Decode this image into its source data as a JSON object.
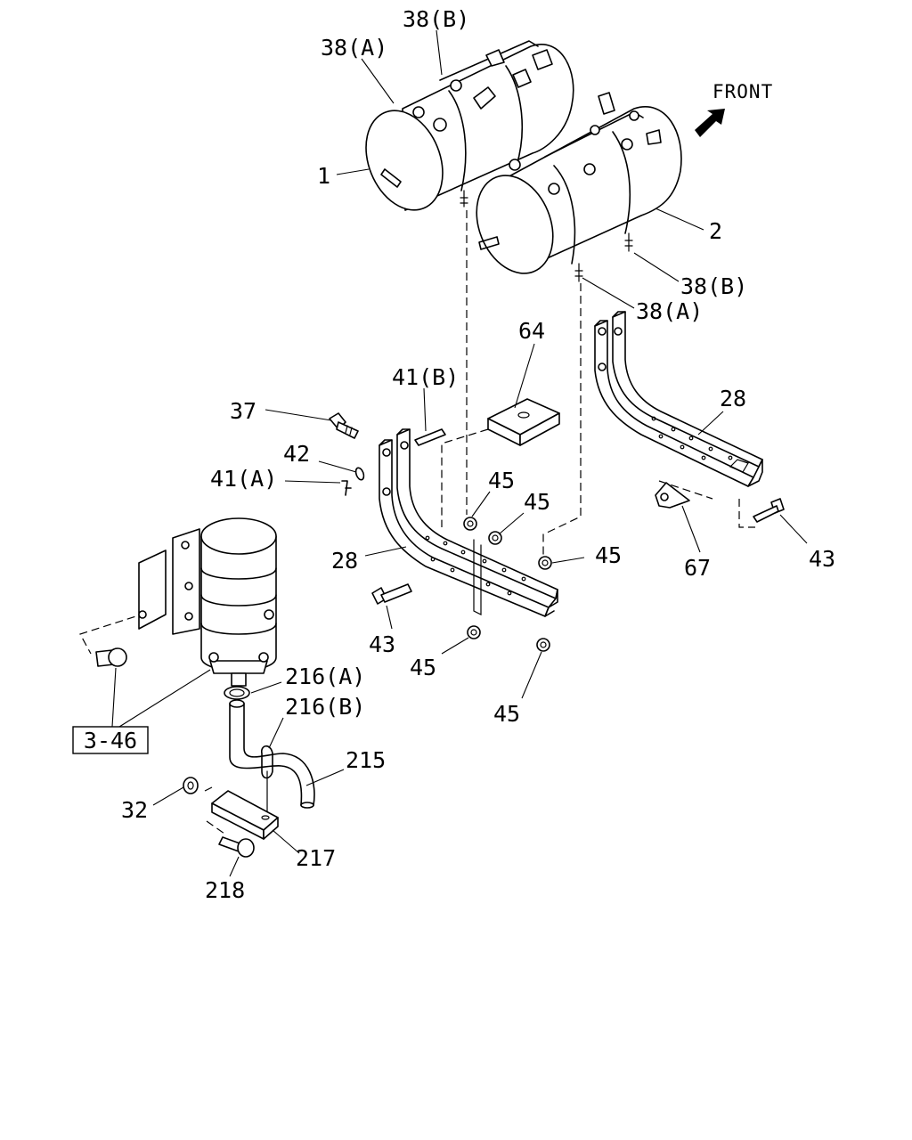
{
  "direction_label": "FRONT",
  "reference_box": "3-46",
  "callouts": {
    "c38a_top": "38(A)",
    "c38b_top": "38(B)",
    "c1": "1",
    "c2": "2",
    "c38b_right": "38(B)",
    "c38a_right": "38(A)",
    "c64": "64",
    "c41b": "41(B)",
    "c37": "37",
    "c42": "42",
    "c41a": "41(A)",
    "c45_a": "45",
    "c45_b": "45",
    "c45_c": "45",
    "c45_d": "45",
    "c45_e": "45",
    "c28_left": "28",
    "c28_right": "28",
    "c67": "67",
    "c43_left": "43",
    "c43_right": "43",
    "c216a": "216(A)",
    "c216b": "216(B)",
    "c215": "215",
    "c32": "32",
    "c217": "217",
    "c218": "218"
  }
}
